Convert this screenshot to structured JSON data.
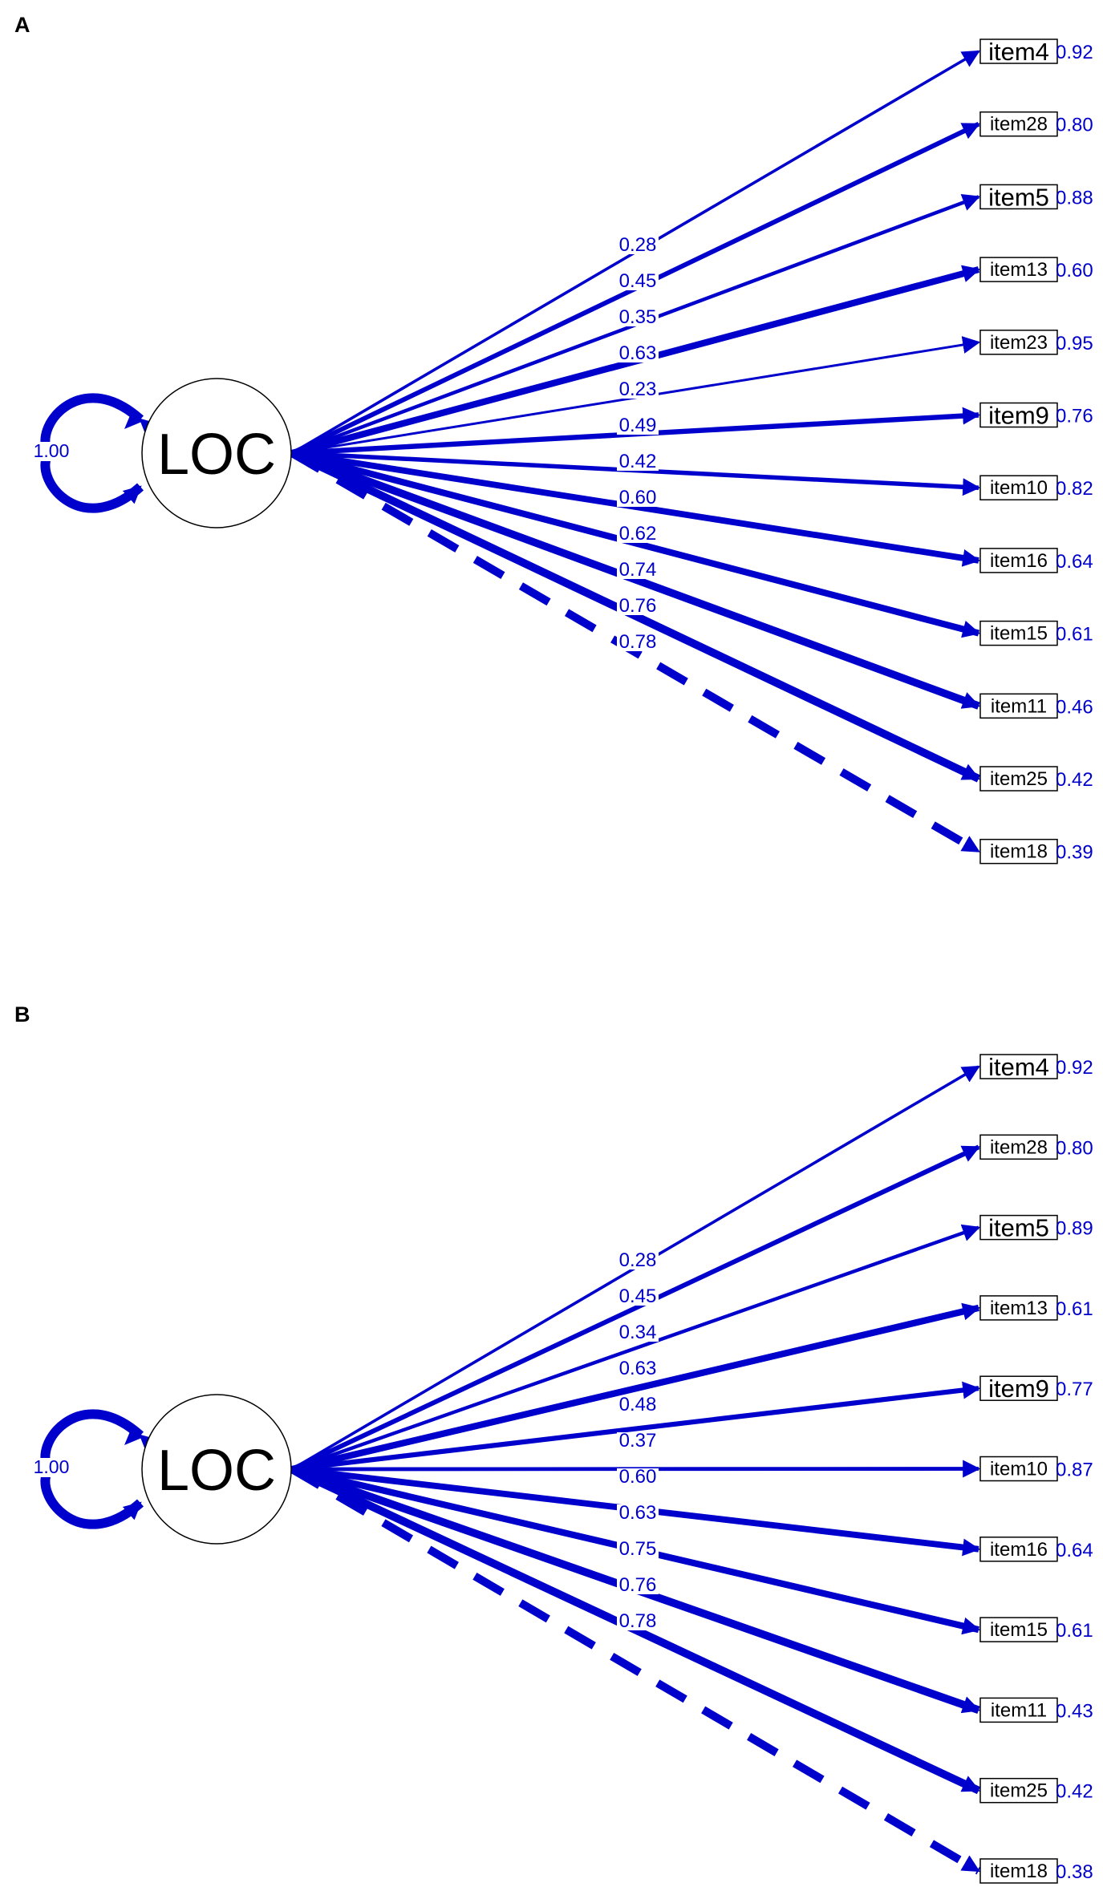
{
  "colors": {
    "path": "#0000cc",
    "text": "#0000cc",
    "node_stroke": "#000000"
  },
  "panels": [
    {
      "label": "A",
      "latent": {
        "name": "LOC",
        "variance": "1.00"
      },
      "items": [
        {
          "name": "item4",
          "loading": "0.28",
          "residual": "0.92",
          "dashed": false
        },
        {
          "name": "item28",
          "loading": "0.45",
          "residual": "0.80",
          "dashed": false
        },
        {
          "name": "item5",
          "loading": "0.35",
          "residual": "0.88",
          "dashed": false
        },
        {
          "name": "item13",
          "loading": "0.63",
          "residual": "0.60",
          "dashed": false
        },
        {
          "name": "item23",
          "loading": "0.23",
          "residual": "0.95",
          "dashed": false
        },
        {
          "name": "item9",
          "loading": "0.49",
          "residual": "0.76",
          "dashed": false
        },
        {
          "name": "item10",
          "loading": "0.42",
          "residual": "0.82",
          "dashed": false
        },
        {
          "name": "item16",
          "loading": "0.60",
          "residual": "0.64",
          "dashed": false
        },
        {
          "name": "item15",
          "loading": "0.62",
          "residual": "0.61",
          "dashed": false
        },
        {
          "name": "item11",
          "loading": "0.74",
          "residual": "0.46",
          "dashed": false
        },
        {
          "name": "item25",
          "loading": "0.76",
          "residual": "0.42",
          "dashed": false
        },
        {
          "name": "item18",
          "loading": "0.78",
          "residual": "0.39",
          "dashed": true
        }
      ]
    },
    {
      "label": "B",
      "latent": {
        "name": "LOC",
        "variance": "1.00"
      },
      "items": [
        {
          "name": "item4",
          "loading": "0.28",
          "residual": "0.92",
          "dashed": false
        },
        {
          "name": "item28",
          "loading": "0.45",
          "residual": "0.80",
          "dashed": false
        },
        {
          "name": "item5",
          "loading": "0.34",
          "residual": "0.89",
          "dashed": false
        },
        {
          "name": "item13",
          "loading": "0.63",
          "residual": "0.61",
          "dashed": false
        },
        {
          "name": "item9",
          "loading": "0.48",
          "residual": "0.77",
          "dashed": false
        },
        {
          "name": "item10",
          "loading": "0.37",
          "residual": "0.87",
          "dashed": false
        },
        {
          "name": "item16",
          "loading": "0.60",
          "residual": "0.64",
          "dashed": false
        },
        {
          "name": "item15",
          "loading": "0.63",
          "residual": "0.61",
          "dashed": false
        },
        {
          "name": "item11",
          "loading": "0.75",
          "residual": "0.43",
          "dashed": false
        },
        {
          "name": "item25",
          "loading": "0.76",
          "residual": "0.42",
          "dashed": false
        },
        {
          "name": "item18",
          "loading": "0.78",
          "residual": "0.38",
          "dashed": true
        }
      ]
    }
  ]
}
